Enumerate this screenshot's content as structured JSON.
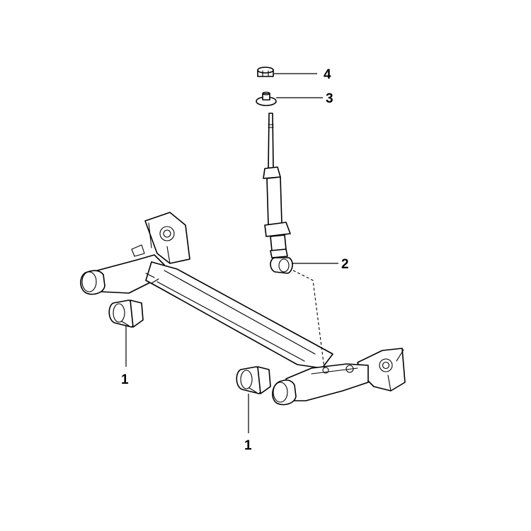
{
  "callouts": [
    {
      "id": "bushing-left",
      "label": "1"
    },
    {
      "id": "bushing-right",
      "label": "1"
    },
    {
      "id": "shock-lower-bushing",
      "label": "2"
    },
    {
      "id": "upper-mount-washer",
      "label": "3"
    },
    {
      "id": "mount-nut",
      "label": "4"
    }
  ],
  "colors": {
    "line": "#000000",
    "background": "#ffffff"
  }
}
